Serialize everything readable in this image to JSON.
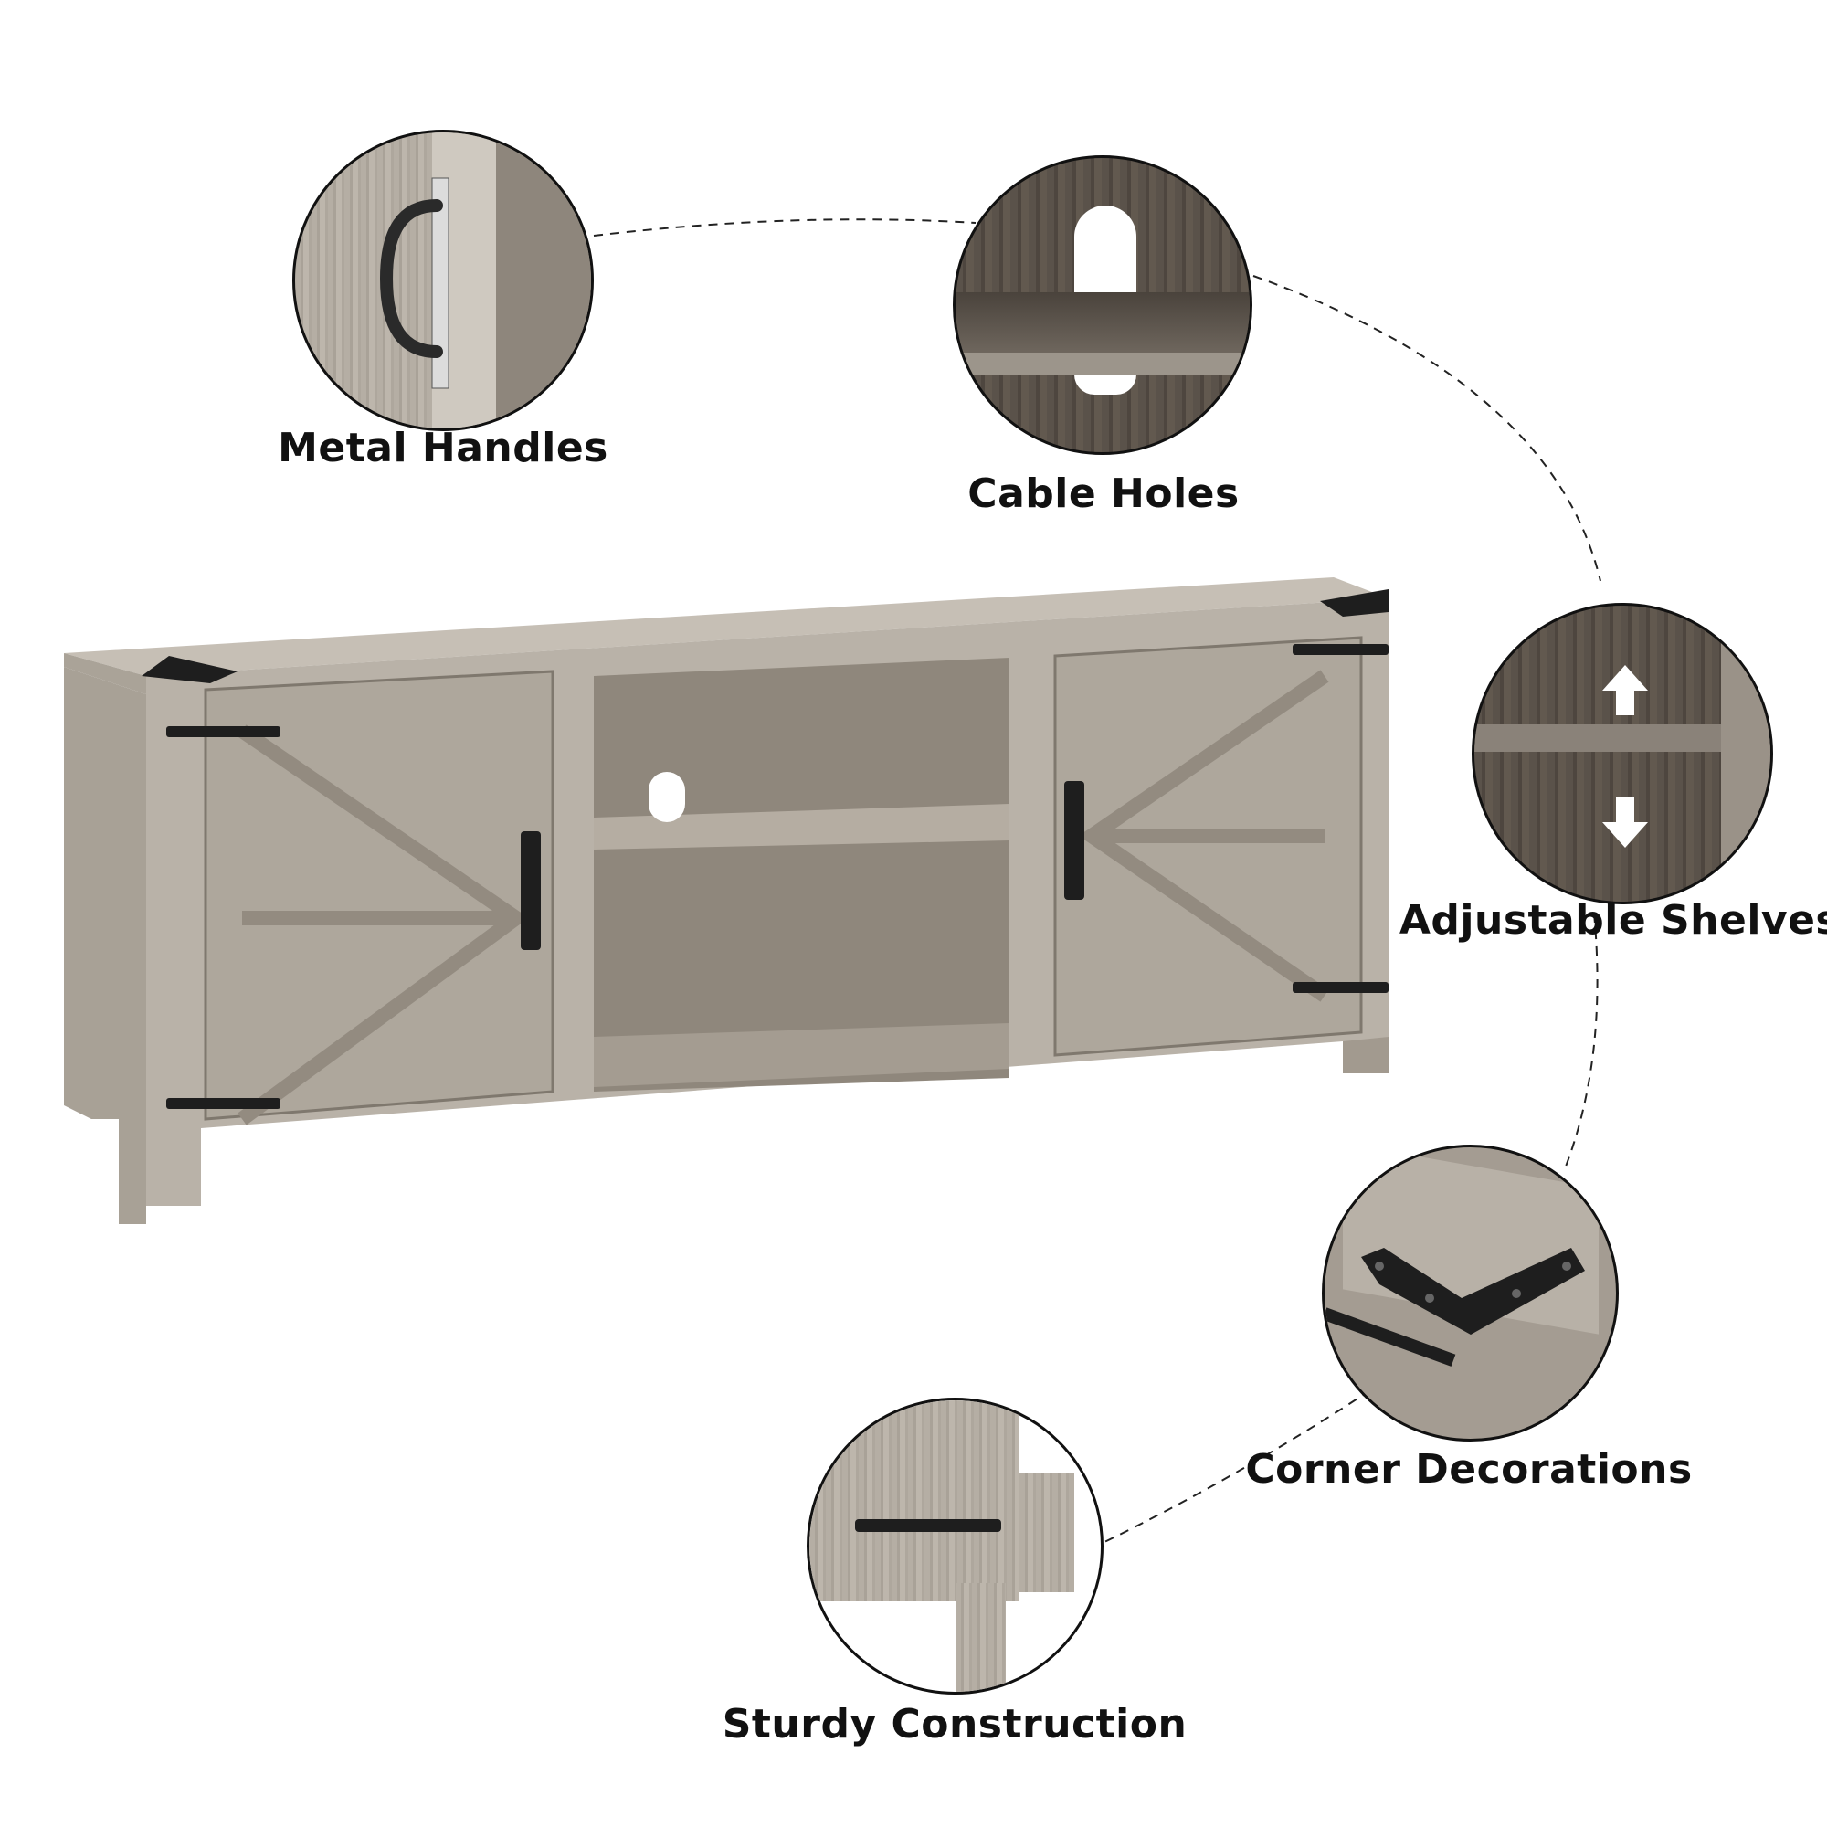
{
  "product": "TV stand with barn doors",
  "colors": {
    "background": "#ffffff",
    "wood_light": "#b5aea4",
    "wood_dark": "#564e46",
    "hardware": "#1e1e1e",
    "label_text": "#111111"
  },
  "features": [
    {
      "label": "Metal Handles",
      "icon": "handle-icon"
    },
    {
      "label": "Cable Holes",
      "icon": "cable-hole-icon"
    },
    {
      "label": "Adjustable Shelves",
      "icon": "up-down-arrows-icon"
    },
    {
      "label": "Corner Decorations",
      "icon": "corner-bracket-icon"
    },
    {
      "label": "Sturdy Construction",
      "icon": "leg-icon"
    }
  ]
}
